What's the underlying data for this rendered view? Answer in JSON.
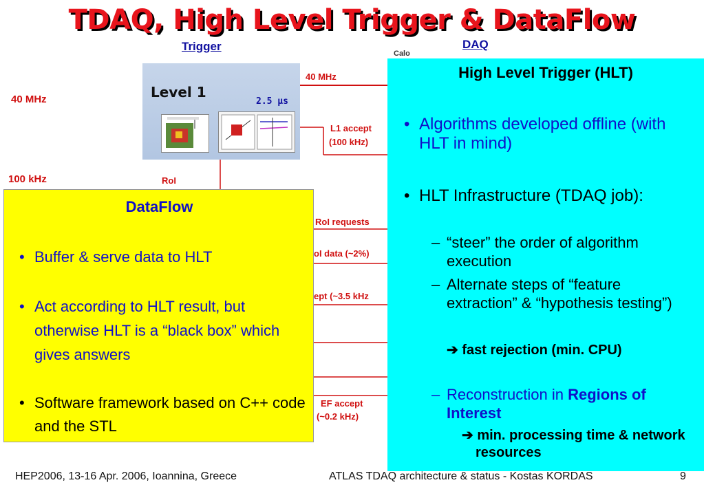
{
  "slide": {
    "title": "TDAQ, High Level Trigger & DataFlow",
    "trigger_heading": "Trigger",
    "daq_heading": "DAQ",
    "calo_label": "Calo"
  },
  "diagram": {
    "rate_40mhz_left": "40 MHz",
    "rate_40mhz_top": "40 MHz",
    "rate_100khz_left": "100 kHz",
    "level1_label": "Level 1",
    "level1_latency": "2.5 μs",
    "l1_accept": "L1 accept",
    "l1_accept_rate": "(100 kHz)",
    "roi_label": "RoI",
    "roi_requests": "RoI requests",
    "roi_data_partial": "oI data (~2%)",
    "accept_partial": "ept (~3.5 kHz",
    "ef_accept": "EF accept",
    "ef_accept_rate": "(~0.2 kHz)"
  },
  "dataflow": {
    "heading": "DataFlow",
    "bullets": [
      "Buffer & serve data to HLT",
      "Act according to HLT result, but otherwise HLT is a “black box” which gives answers",
      "Software framework based on C++ code and the STL"
    ]
  },
  "hlt": {
    "heading": "High Level Trigger (HLT)",
    "bullet1": "Algorithms developed offline (with HLT in mind)",
    "bullet2": "HLT Infrastructure (TDAQ job):",
    "sub1": "“steer” the order of algorithm execution",
    "sub2": "Alternate steps of “feature extraction” & “hypothesis testing”)",
    "arrow1": "fast rejection (min. CPU)",
    "sub3_prefix": "Reconstruction in ",
    "sub3_bold": "Regions of Interest",
    "arrow2": "min. processing time & network resources"
  },
  "footer": {
    "left": "HEP2006, 13-16 Apr. 2006, Ioannina, Greece",
    "center": "ATLAS TDAQ architecture & status - Kostas KORDAS",
    "page": "9"
  },
  "colors": {
    "title_red": "#e8141c",
    "dataflow_bg": "#ffff00",
    "hlt_bg": "#00ffff",
    "line_red": "#d01010"
  }
}
